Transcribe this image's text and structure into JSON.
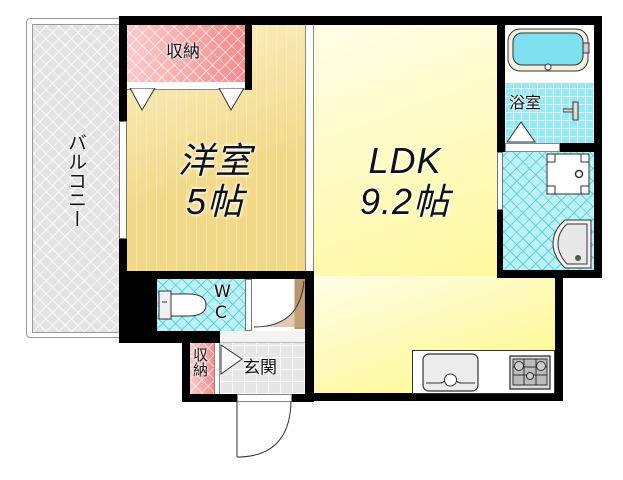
{
  "floorplan": {
    "rooms": {
      "balcony": {
        "label": "バルコニー"
      },
      "western_room": {
        "name": "洋室",
        "size": "5帖"
      },
      "western_storage": {
        "label": "収納"
      },
      "ldk": {
        "name": "LDK",
        "size": "9.2帖"
      },
      "bathroom": {
        "label": "浴室"
      },
      "toilet": {
        "label_w": "W",
        "label_c": "C"
      },
      "entrance": {
        "label": "玄関"
      },
      "entrance_storage": {
        "label": "収納"
      }
    },
    "fixtures": [
      "bathtub-icon",
      "toilet-icon",
      "sink-icon",
      "stove-icon",
      "washbasin-icon",
      "washing-machine-pan-icon"
    ],
    "colors": {
      "wall": "#000000",
      "western_floor": "#f0d585",
      "ldk_floor": "#fffab0",
      "storage": "#f58b8b",
      "wet_area": "#bdf1f6",
      "balcony": "#e3e3e3"
    }
  }
}
